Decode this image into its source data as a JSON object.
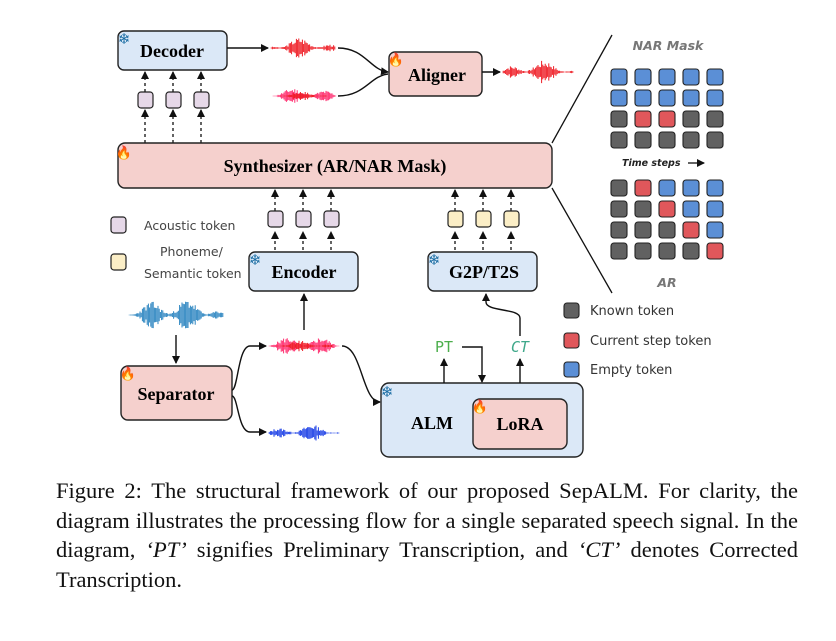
{
  "modules": {
    "decoder": "Decoder",
    "aligner": "Aligner",
    "synthesizer": "Synthesizer (AR/NAR Mask)",
    "encoder": "Encoder",
    "g2p": "G2P/T2S",
    "separator": "Separator",
    "alm": "ALM",
    "lora": "LoRA"
  },
  "labels": {
    "pt": "PT",
    "ct": "CT",
    "nar_mask": "NAR Mask",
    "ar": "AR",
    "time_steps": "Time steps"
  },
  "token_legend": {
    "acoustic": "Acoustic token",
    "phoneme_line1": "Phoneme/",
    "phoneme_line2": "Semantic token"
  },
  "status_legend": {
    "known": "Known token",
    "current": "Current step token",
    "empty": "Empty token"
  },
  "colors": {
    "module_blue": "#dbe8f7",
    "module_pink": "#f5d0cd",
    "acoustic_token": "#e6d8e8",
    "phoneme_token": "#fbeec6",
    "known_token": "#616161",
    "current_token": "#e0575b",
    "empty_token": "#5b8fd6",
    "speech_red": "#ee1c24",
    "speech_pink": "#ff2d6f",
    "speech_blue": "#1b3fe6",
    "mixture_blue": "#2e86c1",
    "pt_green": "#4cae4c",
    "ct_teal": "#3fa88a"
  },
  "status_grids": {
    "nar_mask": [
      [
        "empty",
        "empty",
        "empty",
        "empty",
        "empty"
      ],
      [
        "empty",
        "empty",
        "empty",
        "empty",
        "empty"
      ],
      [
        "known",
        "current",
        "current",
        "known",
        "known"
      ],
      [
        "known",
        "known",
        "known",
        "known",
        "known"
      ]
    ],
    "ar": [
      [
        "known",
        "current",
        "empty",
        "empty",
        "empty"
      ],
      [
        "known",
        "known",
        "current",
        "empty",
        "empty"
      ],
      [
        "known",
        "known",
        "known",
        "current",
        "empty"
      ],
      [
        "known",
        "known",
        "known",
        "known",
        "current"
      ]
    ]
  },
  "caption": {
    "p1": "Figure 2: The structural framework of our proposed SepALM. For clarity, the diagram illustrates the processing flow for a single separated speech signal. In the diagram, ",
    "pt_term": "‘PT’",
    "p2": " signifies Preliminary Transcription, and ",
    "ct_term": "‘CT’",
    "p3": " denotes Corrected Transcription."
  }
}
